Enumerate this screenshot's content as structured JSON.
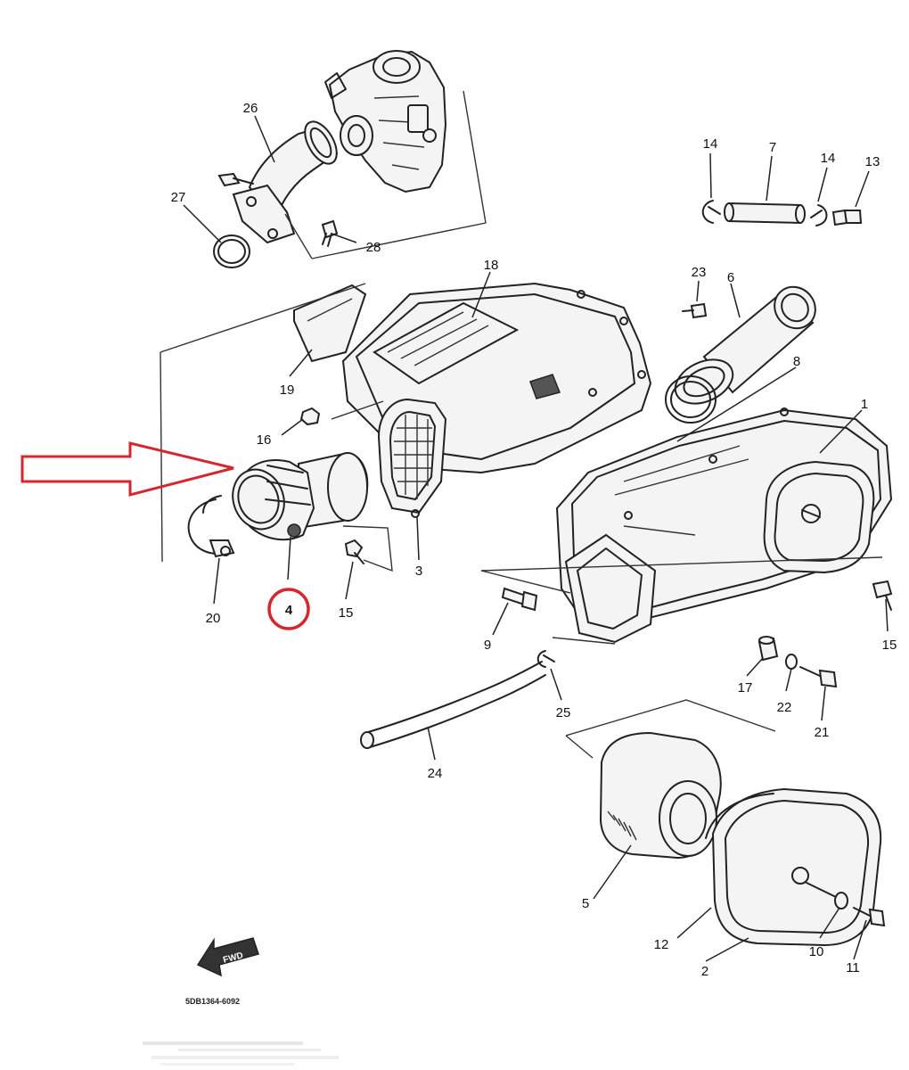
{
  "diagram": {
    "highlighted_part": "4",
    "drawing_code": "5DB1364-6092",
    "fwd_label": "FWD",
    "callouts": [
      {
        "id": "c26",
        "label": "26"
      },
      {
        "id": "c27",
        "label": "27"
      },
      {
        "id": "c28",
        "label": "28"
      },
      {
        "id": "c14a",
        "label": "14"
      },
      {
        "id": "c7",
        "label": "7"
      },
      {
        "id": "c14b",
        "label": "14"
      },
      {
        "id": "c13",
        "label": "13"
      },
      {
        "id": "c18",
        "label": "18"
      },
      {
        "id": "c23",
        "label": "23"
      },
      {
        "id": "c6",
        "label": "6"
      },
      {
        "id": "c19",
        "label": "19"
      },
      {
        "id": "c8",
        "label": "8"
      },
      {
        "id": "c1",
        "label": "1"
      },
      {
        "id": "c16",
        "label": "16"
      },
      {
        "id": "c3",
        "label": "3"
      },
      {
        "id": "c20",
        "label": "20"
      },
      {
        "id": "c4",
        "label": "4"
      },
      {
        "id": "c15a",
        "label": "15"
      },
      {
        "id": "c9",
        "label": "9"
      },
      {
        "id": "c15b",
        "label": "15"
      },
      {
        "id": "c17",
        "label": "17"
      },
      {
        "id": "c22",
        "label": "22"
      },
      {
        "id": "c25",
        "label": "25"
      },
      {
        "id": "c21",
        "label": "21"
      },
      {
        "id": "c24",
        "label": "24"
      },
      {
        "id": "c5",
        "label": "5"
      },
      {
        "id": "c12",
        "label": "12"
      },
      {
        "id": "c10",
        "label": "10"
      },
      {
        "id": "c2",
        "label": "2"
      },
      {
        "id": "c11",
        "label": "11"
      }
    ]
  },
  "colors": {
    "highlight": "#d6262e",
    "ink": "#222222",
    "background": "#ffffff"
  }
}
